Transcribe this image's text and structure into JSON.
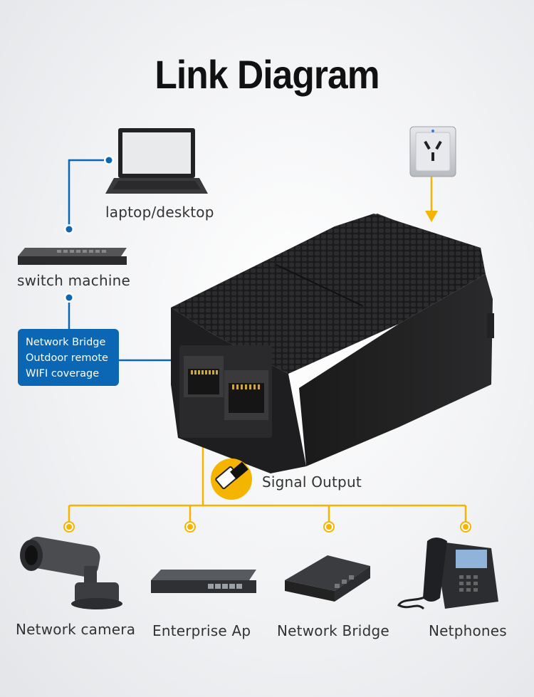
{
  "title": "Link Diagram",
  "labels": {
    "laptop": "laptop/desktop",
    "switch": "switch machine",
    "signal_output": "Signal Output",
    "camera": "Network camera",
    "enterprise_ap": "Enterprise Ap",
    "network_bridge": "Network Bridge",
    "netphones": "Netphones"
  },
  "bridge_box": {
    "line1": "Network Bridge",
    "line2": "Outdoor remote",
    "line3": "WIFI coverage"
  },
  "colors": {
    "blue_line": "#0b66b3",
    "orange_line": "#f5b400",
    "bridge_box": "#0b66b3"
  },
  "icons": [
    "laptop-icon",
    "switch-icon",
    "power-socket-icon",
    "poe-injector-icon",
    "rj45-plug-icon",
    "camera-icon",
    "router-icon",
    "bridge-device-icon",
    "ip-phone-icon"
  ]
}
